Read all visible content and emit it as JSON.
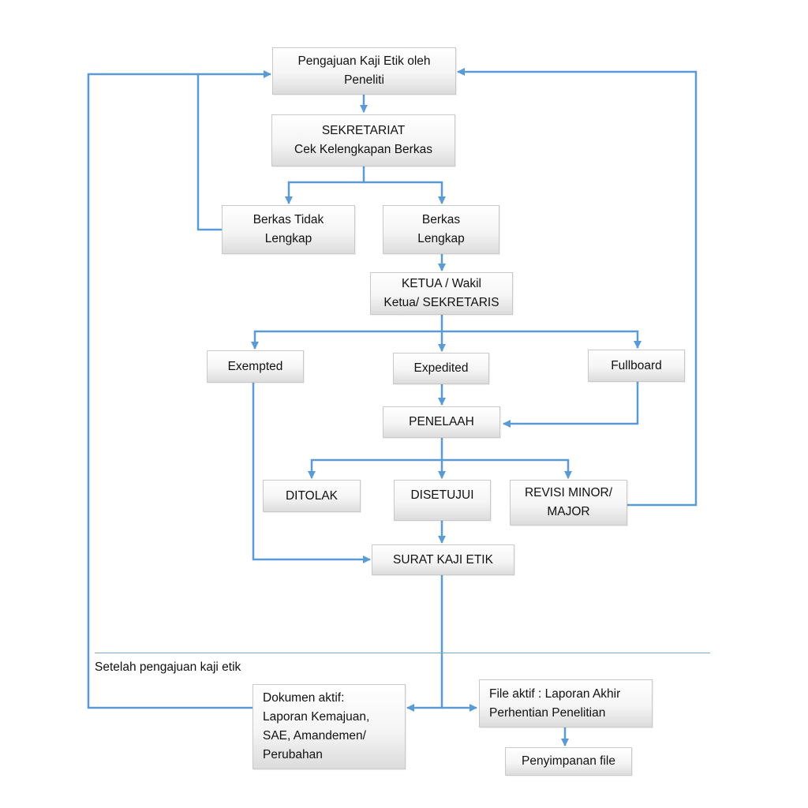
{
  "nodes": {
    "pengajuan": "Pengajuan Kaji  Etik oleh\nPeneliti",
    "sekretariat": "SEKRETARIAT\nCek Kelengkapan Berkas",
    "tidak_lengkap": "Berkas Tidak\nLengkap",
    "lengkap": "Berkas\nLengkap",
    "ketua": "KETUA / Wakil\nKetua/ SEKRETARIS",
    "exempted": "Exempted",
    "expedited": "Expedited",
    "fullboard": "Fullboard",
    "penelaah": "PENELAAH",
    "ditolak": "DITOLAK",
    "disetujui": "DISETUJUI",
    "revisi": "REVISI MINOR/\nMAJOR",
    "surat": "SURAT KAJI ETIK",
    "dokumen": "Dokumen aktif:\nLaporan Kemajuan,\nSAE, Amandemen/\nPerubahan",
    "file_aktif": "File aktif : Laporan Akhir\nPerhentian Penelitian",
    "penyimpanan": "Penyimpanan file"
  },
  "caption": "Setelah pengajuan kaji etik",
  "colors": {
    "connector": "#5b9bd5",
    "divider": "#7aa8cf"
  }
}
